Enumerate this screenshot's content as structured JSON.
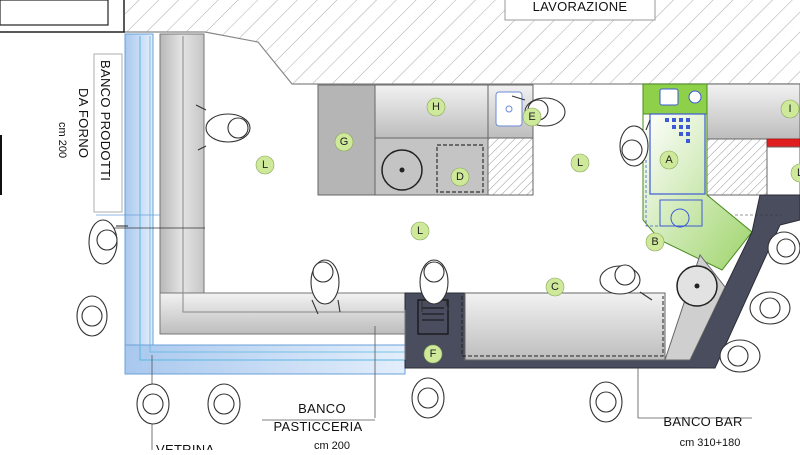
{
  "labels": {
    "lavorazione": "LAVORAZIONE",
    "banco_prodotti": "BANCO PRODOTTI",
    "da_forno": "DA FORNO",
    "banco_prodotti_dim": "cm 200",
    "banco_pasticceria_1": "BANCO",
    "banco_pasticceria_2": "PASTICCERIA",
    "banco_pasticceria_dim": "cm 200",
    "vetrina": "VETRINA",
    "banco_bar": "BANCO BAR",
    "banco_bar_dim": "cm 310+180"
  },
  "markers": {
    "A": "A",
    "B": "B",
    "C": "C",
    "D": "D",
    "E": "E",
    "F": "F",
    "G": "G",
    "H": "H",
    "I": "I",
    "L1": "L",
    "L2": "L",
    "L3": "L",
    "L4": "L"
  },
  "colors": {
    "marker_fill": "#cfe99a",
    "counter_gray": "#cfcfcf",
    "bar_dark": "#4a4d5e",
    "vetrina_blue": "#c8def5",
    "accent_red": "#e02020",
    "sink_green": "#8fd04a",
    "equipment_blue": "#3d5ad6"
  }
}
